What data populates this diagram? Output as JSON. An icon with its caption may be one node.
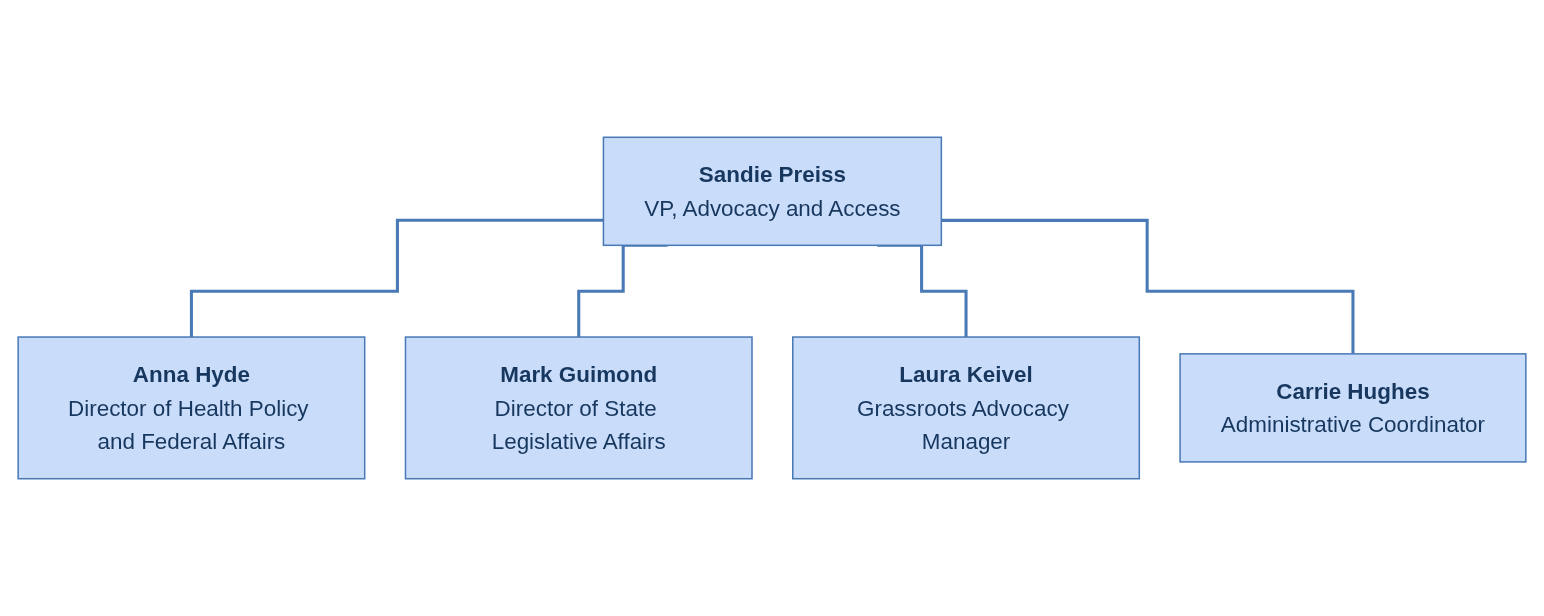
{
  "diagram": {
    "nodes": [
      {
        "text": [
          "Sandie Preiss",
          "VP, Advocacy and Access"
        ]
      },
      {
        "text": [
          "Anna Hyde",
          "Director of Health Policy and Federal Affairs"
        ]
      },
      {
        "text": [
          "Mark Guimond",
          "Director of State Legislative Affairs"
        ]
      },
      {
        "text": [
          "Laura Keivel",
          "Grassroots Advocacy Manager"
        ]
      },
      {
        "text": [
          "Carrie Hughes",
          "Administrative Coordinator"
        ]
      }
    ],
    "edges": [
      {
        "from": 0,
        "to": 1,
        "arrow": "none"
      },
      {
        "from": 0,
        "to": 2,
        "arrow": "none"
      },
      {
        "from": 0,
        "to": 3,
        "arrow": "none"
      },
      {
        "from": 0,
        "to": 4,
        "arrow": "none"
      }
    ]
  }
}
